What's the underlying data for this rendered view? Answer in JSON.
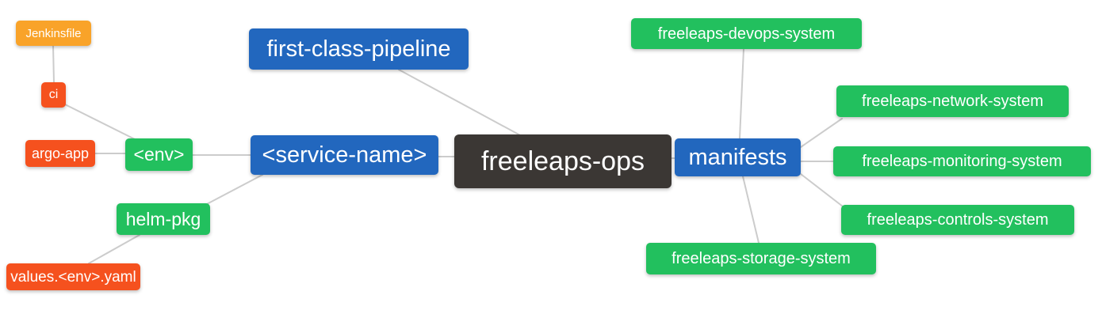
{
  "diagram": {
    "type": "mindmap",
    "root": "freeleaps_ops"
  },
  "colors": {
    "canvas_bg": "#FFFFFF",
    "root_bg": "#3B3734",
    "branch_bg": "#2267BE",
    "leaf_green_bg": "#22C05E",
    "leaf_red_bg": "#F5511E",
    "leaf_amber_bg": "#F9A329",
    "edge_color": "#CCCCCC",
    "text_color": "#FFFFFF"
  },
  "nodes": {
    "freeleaps_ops": {
      "label": "freeleaps-ops",
      "color": "#3B3734"
    },
    "first_class_pipeline": {
      "label": "first-class-pipeline",
      "color": "#2267BE"
    },
    "service_name": {
      "label": "<service-name>",
      "color": "#2267BE"
    },
    "manifests": {
      "label": "manifests",
      "color": "#2267BE"
    },
    "env": {
      "label": "<env>",
      "color": "#22C05E"
    },
    "helm_pkg": {
      "label": "helm-pkg",
      "color": "#22C05E"
    },
    "ci": {
      "label": "ci",
      "color": "#F5511E"
    },
    "argo_app": {
      "label": "argo-app",
      "color": "#F5511E"
    },
    "jenkinsfile": {
      "label": "Jenkinsfile",
      "color": "#F9A329"
    },
    "values_env_yaml": {
      "label": "values.<env>.yaml",
      "color": "#F5511E"
    },
    "devops_system": {
      "label": "freeleaps-devops-system",
      "color": "#22C05E"
    },
    "network_system": {
      "label": "freeleaps-network-system",
      "color": "#22C05E"
    },
    "monitoring_system": {
      "label": "freeleaps-monitoring-system",
      "color": "#22C05E"
    },
    "controls_system": {
      "label": "freeleaps-controls-system",
      "color": "#22C05E"
    },
    "storage_system": {
      "label": "freeleaps-storage-system",
      "color": "#22C05E"
    }
  },
  "edges": [
    {
      "from": "jenkinsfile",
      "to": "ci"
    },
    {
      "from": "ci",
      "to": "env"
    },
    {
      "from": "argo_app",
      "to": "env"
    },
    {
      "from": "env",
      "to": "service_name"
    },
    {
      "from": "helm_pkg",
      "to": "service_name"
    },
    {
      "from": "values_env_yaml",
      "to": "helm_pkg"
    },
    {
      "from": "first_class_pipeline",
      "to": "freeleaps_ops"
    },
    {
      "from": "service_name",
      "to": "freeleaps_ops"
    },
    {
      "from": "freeleaps_ops",
      "to": "manifests"
    },
    {
      "from": "manifests",
      "to": "devops_system"
    },
    {
      "from": "manifests",
      "to": "network_system"
    },
    {
      "from": "manifests",
      "to": "monitoring_system"
    },
    {
      "from": "manifests",
      "to": "controls_system"
    },
    {
      "from": "manifests",
      "to": "storage_system"
    }
  ]
}
